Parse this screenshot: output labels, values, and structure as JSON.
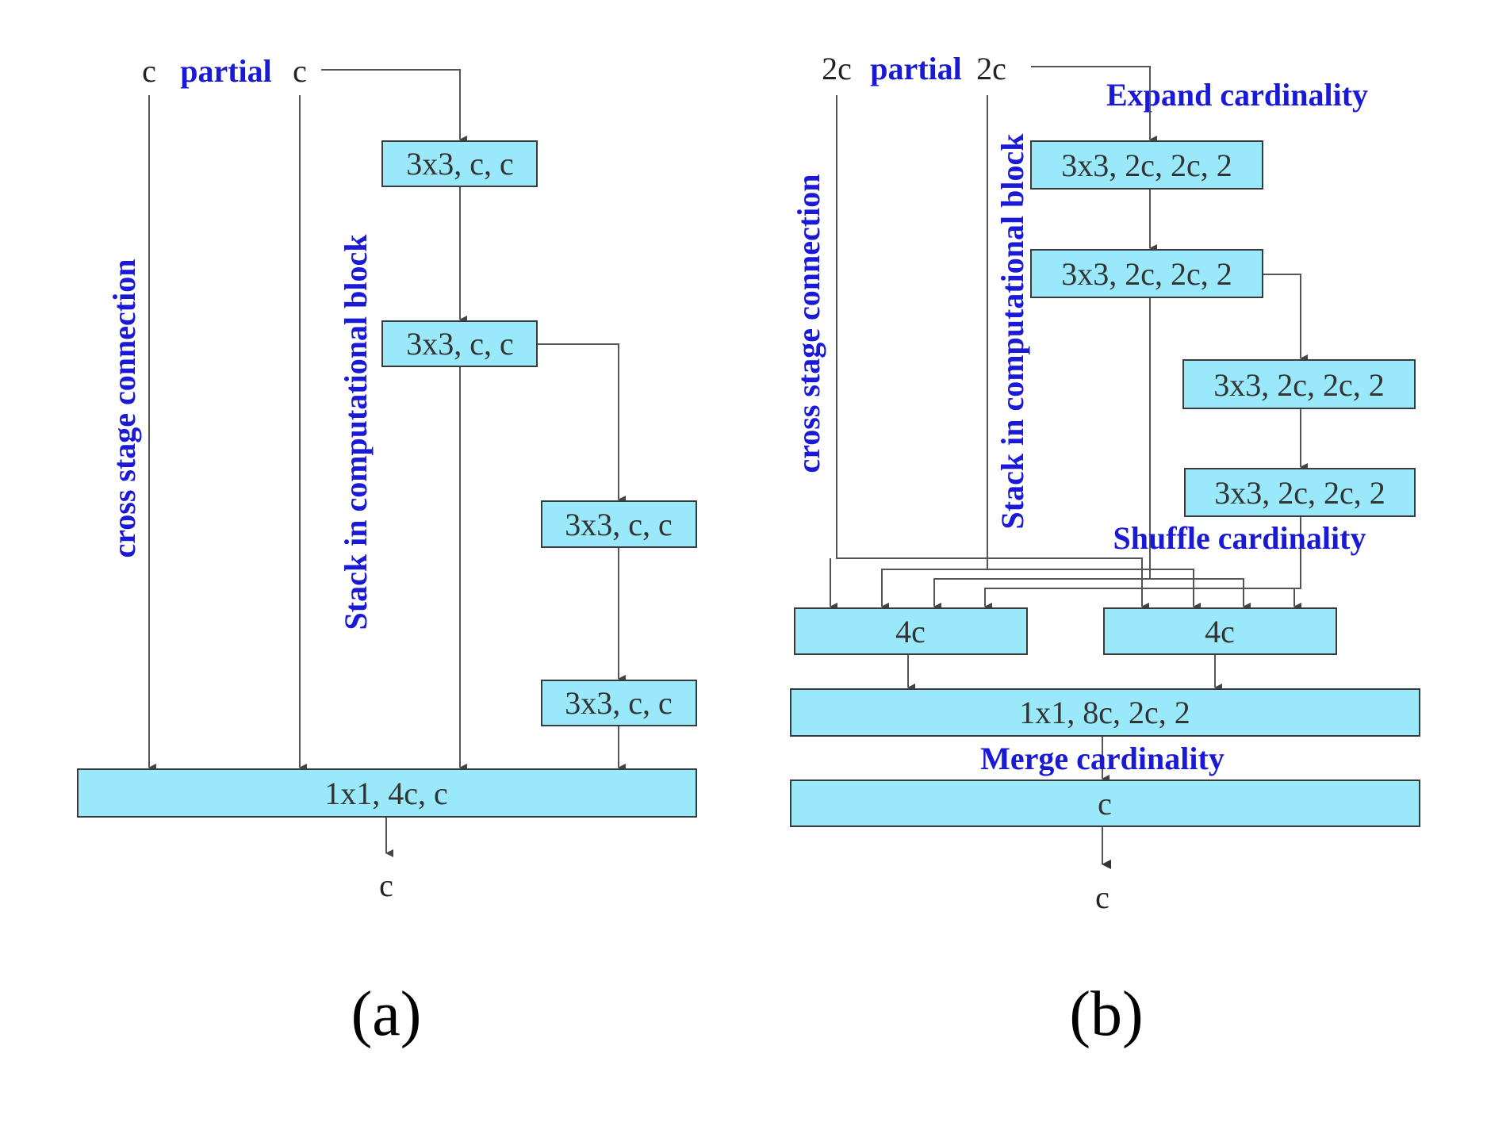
{
  "panel_a": {
    "input_left": "c",
    "partial_label": "partial",
    "input_right": "c",
    "vertical_label_cross": "cross stage connection",
    "vertical_label_stack": "Stack in computational block",
    "block_1": "3x3, c, c",
    "block_2": "3x3, c, c",
    "block_3": "3x3, c, c",
    "block_4": "3x3, c, c",
    "merge_block": "1x1, 4c, c",
    "output": "c",
    "caption": "(a)"
  },
  "panel_b": {
    "input_left": "2c",
    "partial_label": "partial",
    "input_right": "2c",
    "expand_label": "Expand cardinality",
    "vertical_label_cross": "cross stage connection",
    "vertical_label_stack": "Stack in computational block",
    "block_1": "3x3, 2c, 2c, 2",
    "block_2": "3x3, 2c, 2c, 2",
    "block_3": "3x3, 2c, 2c, 2",
    "block_4": "3x3, 2c, 2c, 2",
    "shuffle_label": "Shuffle cardinality",
    "concat_left": "4c",
    "concat_right": "4c",
    "merge_block": "1x1, 8c, 2c, 2",
    "merge_label": "Merge cardinality",
    "final_block": "c",
    "output": "c",
    "caption": "(b)"
  }
}
